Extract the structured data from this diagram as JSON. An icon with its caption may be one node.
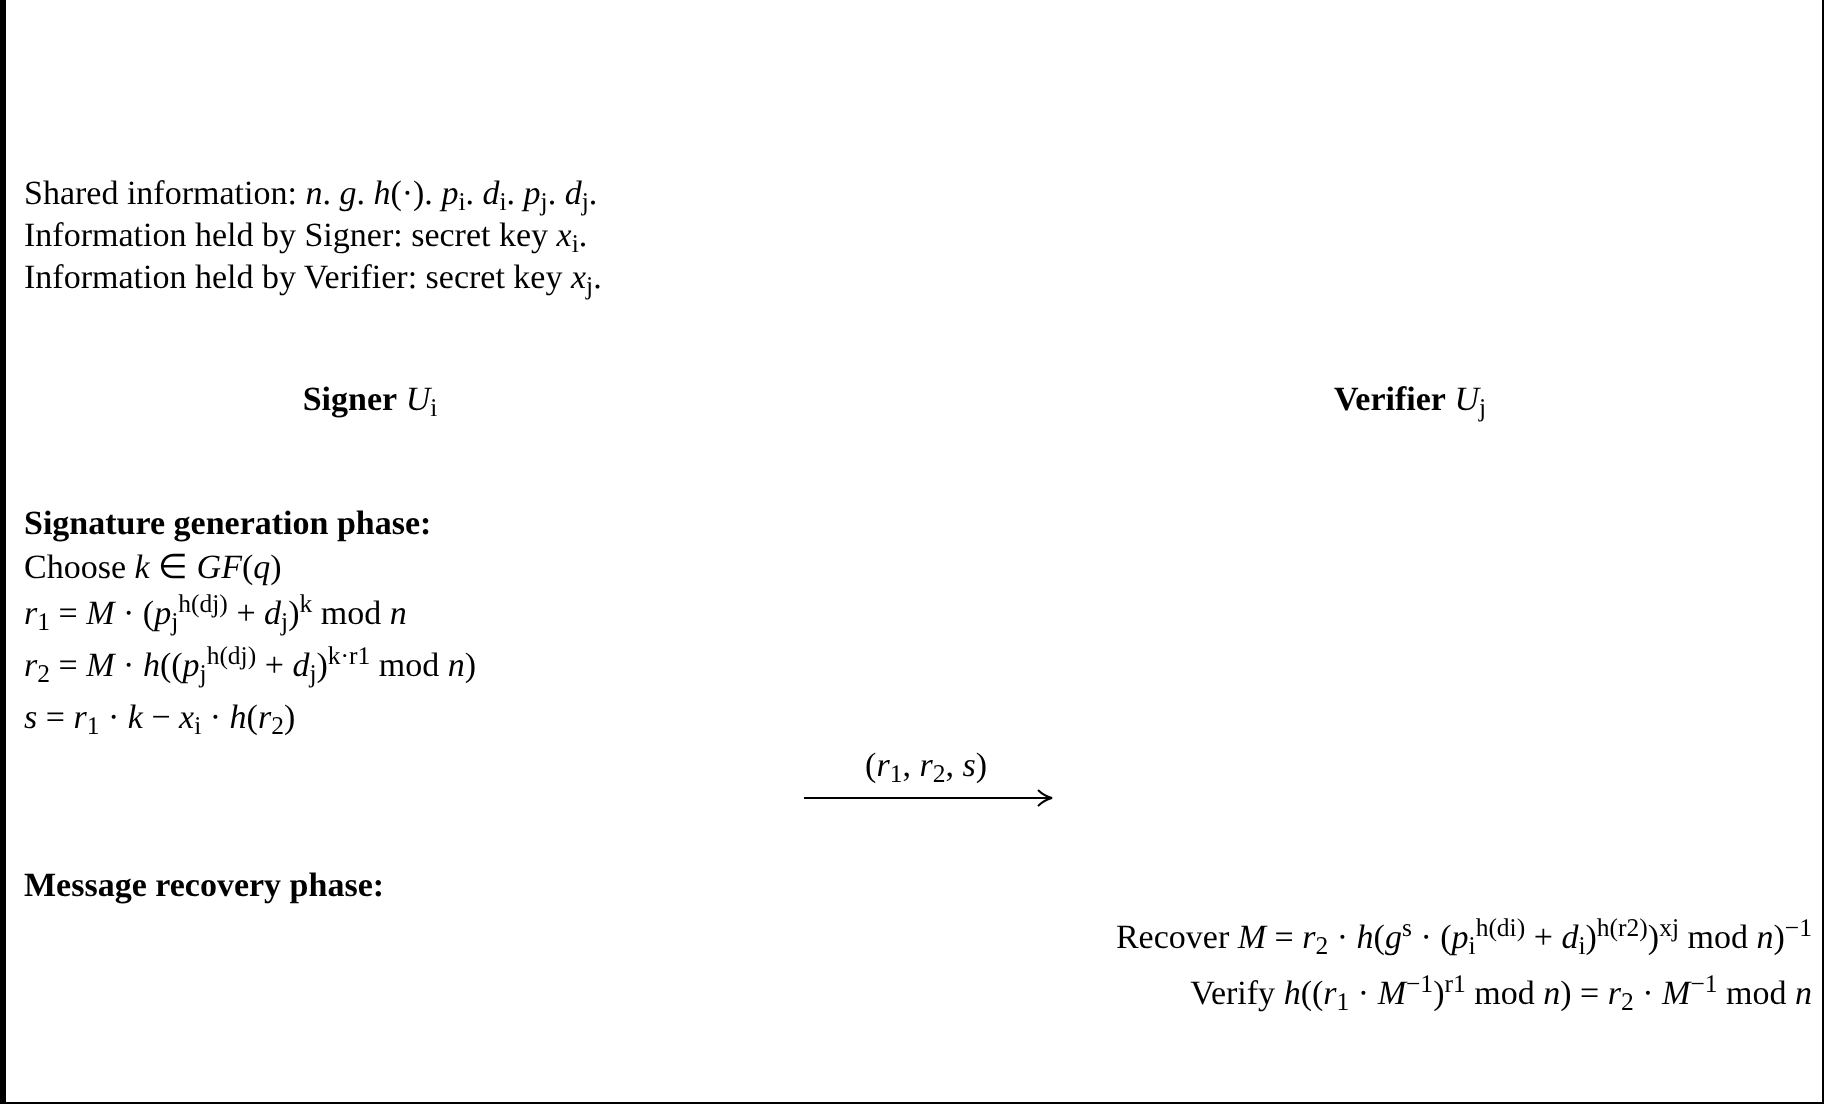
{
  "diagram": {
    "labels": [
      "Shared information: *n*. *g*. *h*(·). *p*$_{i}$. *d*$_{i}$. *p*$_{j}$. *d*$_{j}$.",
      "Information held by Signer: secret key *x*$_{i}$.",
      "Information held by Verifier: secret key *x*$_{j}$.",
      "**Signer** *U*$_{i}$",
      "**Verifier** *U*$_{j}$",
      "**Signature generation phase:**",
      "Choose *k* ∈ *GF*(*q*)",
      "*r*$_{1}$ = *M* · (*p*$_{j}$$^{h(dj)}$ + *d*$_{j}$)$^{k}$ mod *n*",
      "*r*$_{2}$ = *M* · *h*((*p*$_{j}$$^{h(dj)}$ + *d*$_{j}$)$^{k·r1}$ mod *n*)",
      "*s* = *r*$_{1}$ · *k* − *x*$_{i}$ · *h*(*r*$_{2}$)",
      "(*r*$_{1}$, *r*$_{2}$, *s*)",
      "**Message recovery phase:**",
      "Recover *M* = *r*$_{2}$ · *h*(*g*$^{s}$ · (*p*$_{i}$$^{h(di)}$ + *d*$_{i}$)$^{h(r2)}$)$^{xj}$ mod *n*)$^{−1}$",
      "Verify *h*((*r*$_{1}$ · *M*$^{−1}$)$^{r1}$ mod *n*) = *r*$_{2}$ · *M*$^{−1}$ mod *n*"
    ]
  }
}
